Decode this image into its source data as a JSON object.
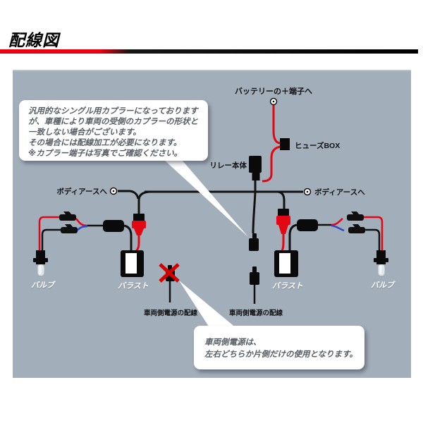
{
  "header": {
    "title": "配線図"
  },
  "accent_bar": {
    "left_color": "#e60012",
    "right_color": "#000000"
  },
  "diagram": {
    "background": "#a3aebb",
    "callout_top": {
      "lines": [
        "汎用的なシングル用カプラーになっております",
        "が、車種により車両の受側のカプラーの形状と",
        "一致しない場合がございます。",
        "その場合には配線加工が必要になります。",
        "※カプラー端子は写真でご確認ください。"
      ]
    },
    "callout_bottom": {
      "lines": [
        "車両側電源は、",
        "左右どちらか片側だけの使用となります。"
      ]
    },
    "labels": {
      "battery_terminal": "バッテリーの＋端子へ",
      "fuse_box": "ヒューズBOX",
      "relay": "リレー本体",
      "body_ground_left": "ボディアースへ",
      "body_ground_right": "ボディアースへ",
      "bulb_left": "バルブ",
      "bulb_right": "バルブ",
      "ballast_left": "バラスト",
      "ballast_right": "バラスト",
      "vehicle_power_left": "車両側電源の配線",
      "vehicle_power_right": "車両側電源の配線"
    },
    "colors": {
      "wire_red": "#e30613",
      "wire_black": "#111111",
      "wire_blue": "#2c46cc",
      "x_mark": "#d60000",
      "label_light": "#ffffff",
      "label_dark": "#111111"
    }
  }
}
